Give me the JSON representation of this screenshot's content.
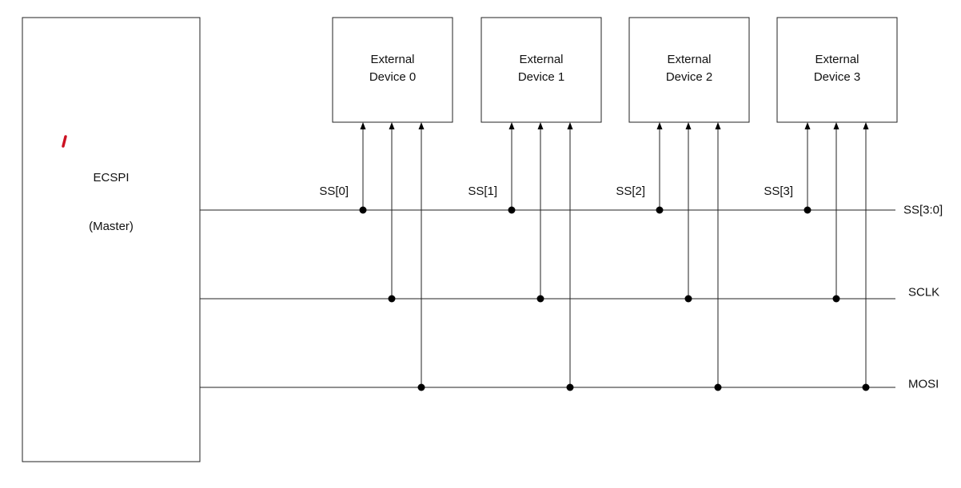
{
  "master": {
    "name": "ECSPI",
    "role": "(Master)"
  },
  "devices": [
    {
      "line1": "External",
      "line2": "Device 0",
      "ss_label": "SS[0]"
    },
    {
      "line1": "External",
      "line2": "Device 1",
      "ss_label": "SS[1]"
    },
    {
      "line1": "External",
      "line2": "Device 2",
      "ss_label": "SS[2]"
    },
    {
      "line1": "External",
      "line2": "Device 3",
      "ss_label": "SS[3]"
    }
  ],
  "buses": [
    {
      "label": "SS[3:0]"
    },
    {
      "label": "SCLK"
    },
    {
      "label": "MOSI"
    }
  ],
  "colors": {
    "line": "#222222",
    "mark": "#cc1122"
  }
}
